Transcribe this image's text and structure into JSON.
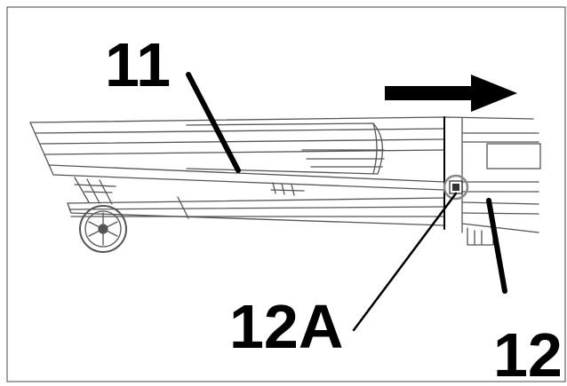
{
  "callouts": {
    "part_11": "11",
    "part_12a": "12A",
    "part_12": "12"
  },
  "colors": {
    "ink": "#000000",
    "background": "#ffffff",
    "frame": "#444444",
    "line": "#555555",
    "highlight": "#888888"
  },
  "icons": {
    "direction": "arrow-right-icon"
  }
}
